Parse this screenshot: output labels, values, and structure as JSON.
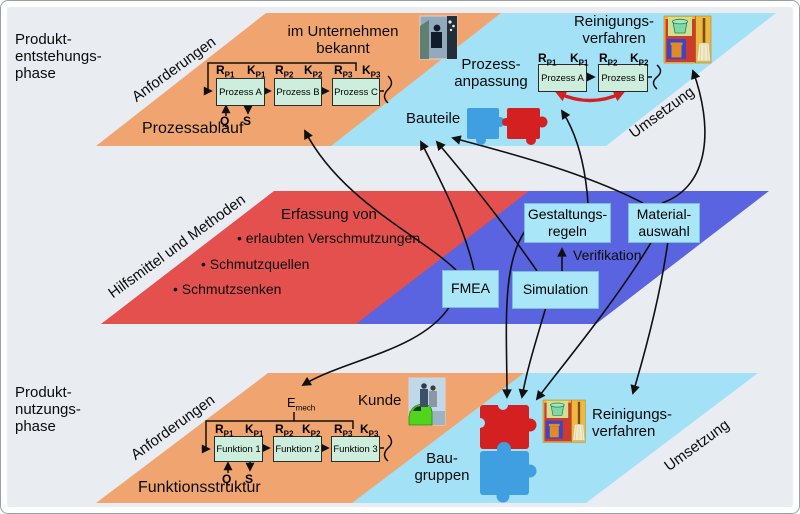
{
  "colors": {
    "background": "#e9edf2",
    "band_orange": "#f0a571",
    "band_lightblue": "#a3e1f7",
    "band_red": "#e4504e",
    "band_blue": "#5a64e0",
    "chain_box": "#cdeedd",
    "method_box": "#a9e6f7",
    "arrow": "#101010",
    "red_double_arrow": "#d42020",
    "puzzle_blue": "#3f9fe0",
    "puzzle_red": "#d42020"
  },
  "icons": {
    "top_photo": "factory-worker-photo",
    "bottom_photo": "customer-with-car-photo",
    "cleaning_top": "cleaning-pictogram",
    "cleaning_bottom": "cleaning-pictogram",
    "puzzle_pair_top": "puzzle-pieces",
    "puzzle_stack_bottom": "puzzle-pieces"
  },
  "side_labels": {
    "phase_top": "Produkt-\nentstehungs-\nphase",
    "phase_bottom": "Produkt-\nnutzungs-\nphase"
  },
  "bands": {
    "top_orange": {
      "rotated_label": "Anforderungen",
      "heading": "im Unternehmen\nbekannt",
      "caption": "Prozessablauf"
    },
    "top_blue": {
      "rotated_label": "Umsetzung",
      "heading": "Reinigungs-\nverfahren",
      "anpassung": "Prozess-\nanpassung",
      "bauteile": "Bauteile"
    },
    "middle_red": {
      "rotated_label": "Hilfsmittel und Methoden",
      "title": "Erfassung von",
      "bullets": [
        "• erlaubten Verschmutzungen",
        "• Schmutzquellen",
        "• Schmutzsenken"
      ]
    },
    "middle_blue": {
      "verifikation": "Verifikation",
      "boxes": {
        "fmea": "FMEA",
        "simulation": "Simulation",
        "gestaltungsregeln": "Gestaltungs-\nregeln",
        "materialauswahl": "Material-\nauswahl"
      }
    },
    "bottom_orange": {
      "rotated_label": "Anforderungen",
      "kunde": "Kunde",
      "caption": "Funktionsstruktur",
      "e_base": "E",
      "e_sub": "mech"
    },
    "bottom_blue": {
      "rotated_label": "Umsetzung",
      "baugruppen": "Bau-\ngruppen",
      "heading": "Reinigungs-\nverfahren"
    }
  },
  "chains": {
    "top_left": {
      "boxes": [
        {
          "label": "Prozess A",
          "r": "R",
          "rs": "P1",
          "k": "K",
          "ks": "P1"
        },
        {
          "label": "Prozess B",
          "r": "R",
          "rs": "P2",
          "k": "K",
          "ks": "P2"
        },
        {
          "label": "Prozess C",
          "r": "R",
          "rs": "P3",
          "k": "K",
          "ks": "P3"
        }
      ],
      "q": "Q",
      "s": "S"
    },
    "top_right": {
      "boxes": [
        {
          "label": "Prozess A",
          "r": "R",
          "rs": "P1",
          "k": "K",
          "ks": "P1"
        },
        {
          "label": "Prozess B",
          "r": "R",
          "rs": "P2",
          "k": "K",
          "ks": "P2"
        }
      ]
    },
    "bottom": {
      "boxes": [
        {
          "label": "Funktion 1",
          "r": "R",
          "rs": "P1",
          "k": "K",
          "ks": "P1"
        },
        {
          "label": "Funktion 2",
          "r": "R",
          "rs": "P2",
          "k": "K",
          "ks": "P2"
        },
        {
          "label": "Funktion 3",
          "r": "R",
          "rs": "P3",
          "k": "K",
          "ks": "P3"
        }
      ],
      "q": "Q",
      "s": "S"
    }
  },
  "connections": [
    [
      "FMEA",
      "Prozessablauf"
    ],
    [
      "FMEA",
      "Bauteile"
    ],
    [
      "FMEA",
      "E_mech"
    ],
    [
      "Simulation",
      "Gestaltungsregeln (Verifikation)"
    ],
    [
      "Simulation",
      "Bauteile"
    ],
    [
      "Simulation",
      "Baugruppen"
    ],
    [
      "Gestaltungsregeln",
      "Prozessanpassung"
    ],
    [
      "Gestaltungsregeln",
      "Baugruppen"
    ],
    [
      "Materialauswahl",
      "Bauteile"
    ],
    [
      "Materialauswahl",
      "Reinigungsverfahren oben"
    ],
    [
      "Materialauswahl",
      "Baugruppen"
    ],
    [
      "Materialauswahl",
      "Reinigungsverfahren unten"
    ]
  ]
}
